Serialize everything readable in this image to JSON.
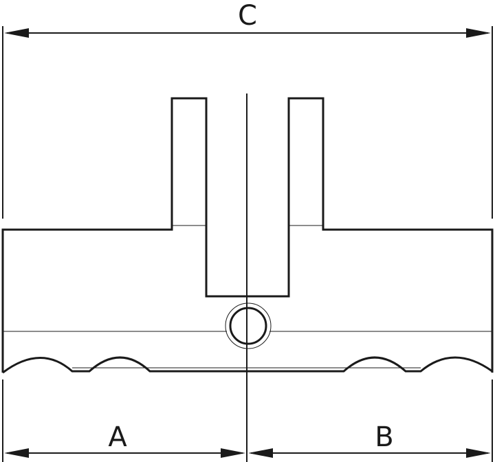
{
  "diagram": {
    "labels": {
      "overall_width": "C",
      "left_length": "A",
      "right_length": "B"
    },
    "colors": {
      "line": "#1a1a1a",
      "background": "#ffffff"
    }
  }
}
